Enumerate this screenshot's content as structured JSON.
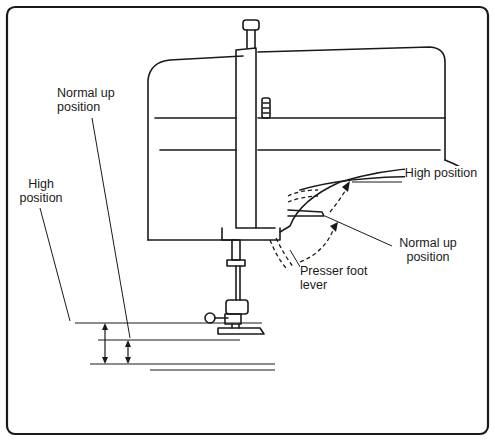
{
  "diagram": {
    "labels": [
      "Normal up position",
      "High position",
      "High position",
      "Normal up position",
      "Presser foot lever"
    ]
  }
}
